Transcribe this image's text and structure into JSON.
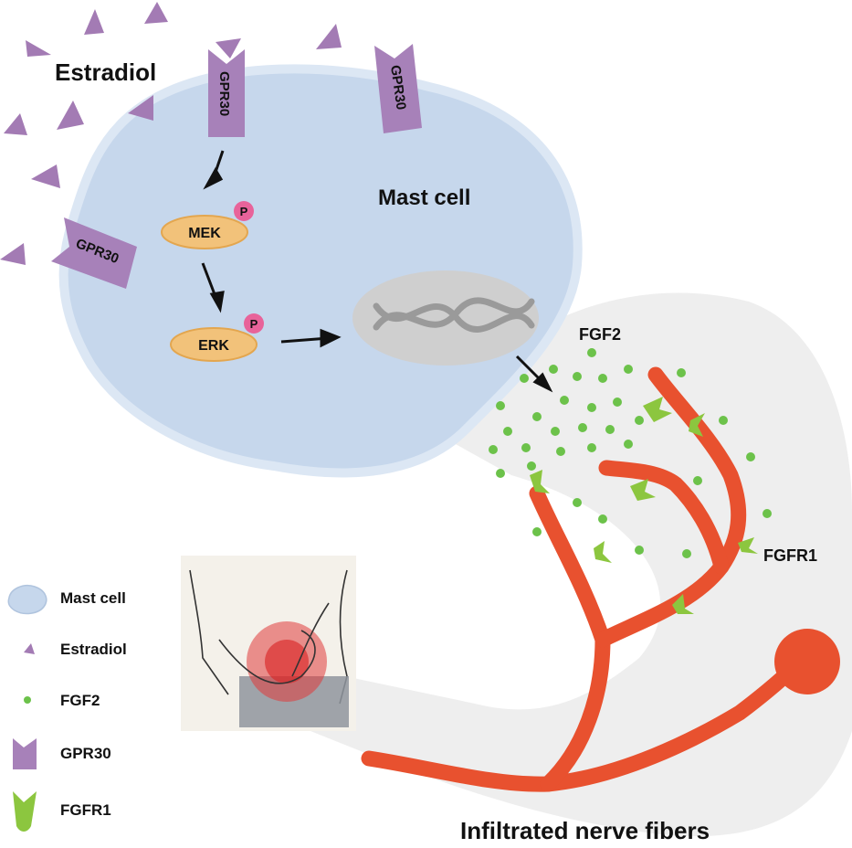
{
  "labels": {
    "estradiol": "Estradiol",
    "mast_cell": "Mast cell",
    "fgf2": "FGF2",
    "fgfr1": "FGFR1",
    "nerve_fibers": "Infiltrated nerve fibers",
    "receptor": "GPR30",
    "mek": "MEK",
    "erk": "ERK",
    "phospho": "P"
  },
  "legend": [
    {
      "icon": "mast-cell-icon",
      "label": "Mast cell"
    },
    {
      "icon": "estradiol-icon",
      "label": "Estradiol"
    },
    {
      "icon": "fgf2-icon",
      "label": "FGF2"
    },
    {
      "icon": "gpr30-icon",
      "label": "GPR30"
    },
    {
      "icon": "fgfr1-icon",
      "label": "FGFR1"
    }
  ],
  "colors": {
    "cell": "#c6d7ec",
    "cell_edge": "#dce7f4",
    "estradiol": "#a37bb4",
    "receptor": "#a781b9",
    "kinase": "#f2c27a",
    "phospho": "#e8639a",
    "nucleus": "#cfcfcf",
    "fgf2": "#6cc24a",
    "fgfr1": "#8cc63f",
    "nerve": "#e8512f",
    "region": "#ececec"
  }
}
